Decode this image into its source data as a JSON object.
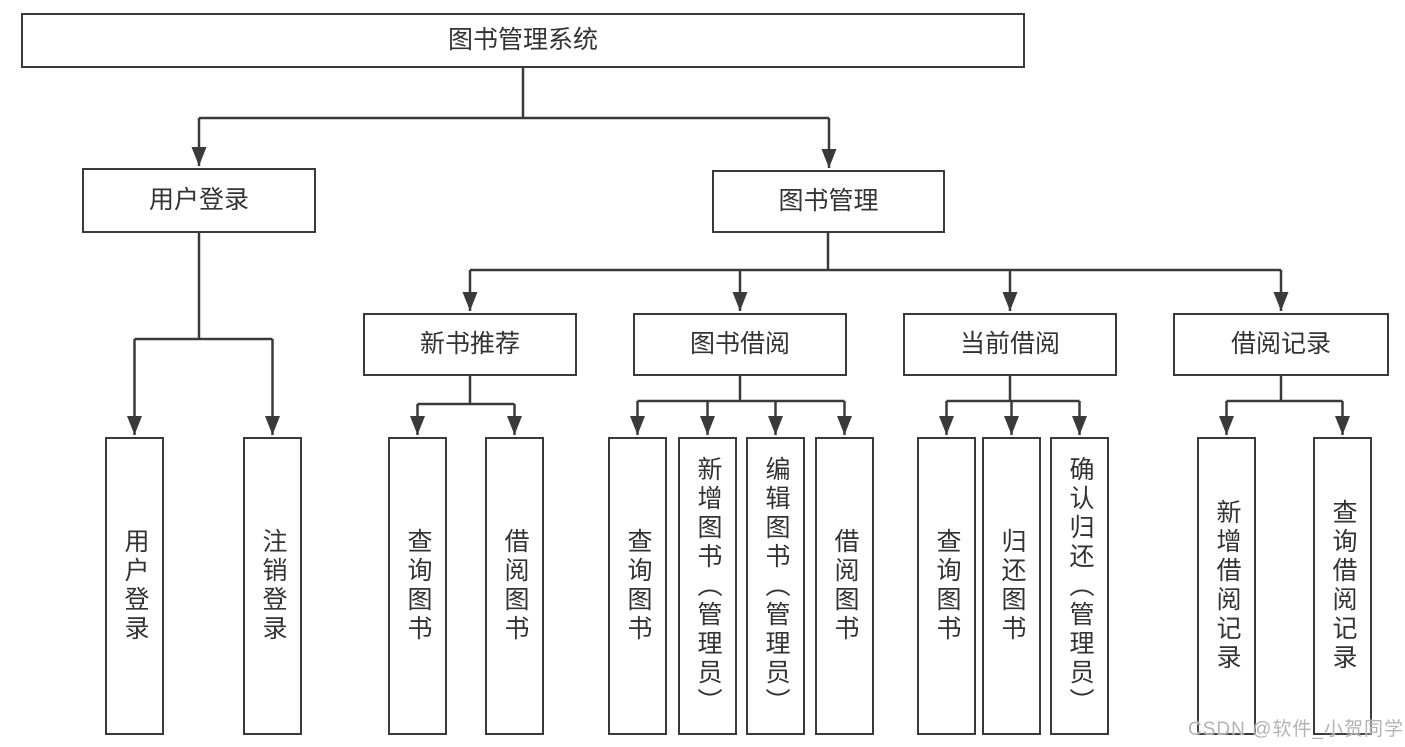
{
  "tree": {
    "label": "图书管理系统",
    "children": [
      {
        "label": "用户登录",
        "children": [
          {
            "label": "用户登录"
          },
          {
            "label": "注销登录"
          }
        ]
      },
      {
        "label": "图书管理",
        "children": [
          {
            "label": "新书推荐",
            "children": [
              {
                "label": "查询图书"
              },
              {
                "label": "借阅图书"
              }
            ]
          },
          {
            "label": "图书借阅",
            "children": [
              {
                "label": "查询图书"
              },
              {
                "label": "新增图书（管理员）"
              },
              {
                "label": "编辑图书（管理员）"
              },
              {
                "label": "借阅图书"
              }
            ]
          },
          {
            "label": "当前借阅",
            "children": [
              {
                "label": "查询图书"
              },
              {
                "label": "归还图书"
              },
              {
                "label": "确认归还（管理员）"
              }
            ]
          },
          {
            "label": "借阅记录",
            "children": [
              {
                "label": "新增借阅记录"
              },
              {
                "label": "查询借阅记录"
              }
            ]
          }
        ]
      }
    ]
  },
  "watermark": {
    "text": "CSDN @软件_小贺同学"
  },
  "colors": {
    "line": "#3a3a3a",
    "text": "#333333",
    "background": "#ffffff",
    "watermark": "#b3b3b3"
  }
}
